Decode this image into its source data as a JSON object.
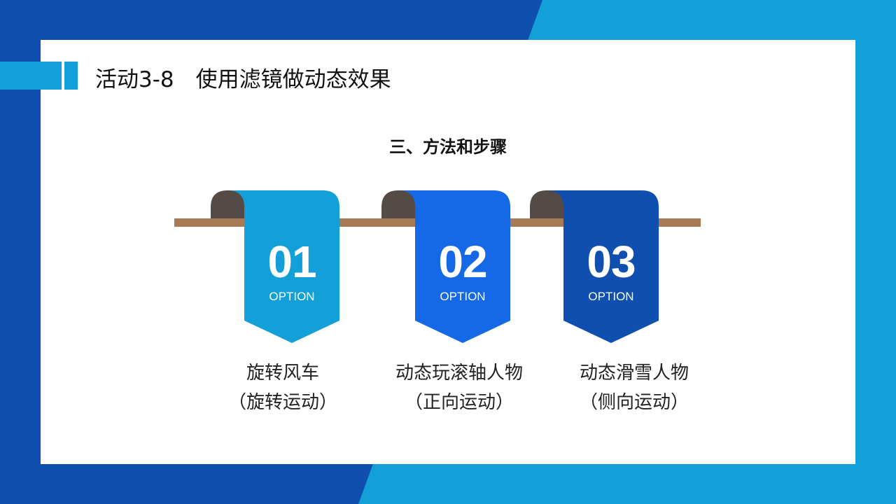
{
  "slide": {
    "title": "活动3-8　使用滤镜做动态效果",
    "section_heading": "三、方法和步骤"
  },
  "colors": {
    "dark_blue": "#0f4fb0",
    "light_blue": "#139fd8",
    "rod_brown": "#a77b56",
    "tab_brown": "#544a46",
    "ribbon_1": "#139fd8",
    "ribbon_2": "#1669e6",
    "ribbon_3": "#0f4fb0"
  },
  "options": [
    {
      "number": "01",
      "option_label": "OPTION",
      "name": "旋转风车",
      "detail": "（旋转运动）"
    },
    {
      "number": "02",
      "option_label": "OPTION",
      "name": "动态玩滚轴人物",
      "detail": "（正向运动）"
    },
    {
      "number": "03",
      "option_label": "OPTION",
      "name": "动态滑雪人物",
      "detail": "（侧向运动）"
    }
  ]
}
